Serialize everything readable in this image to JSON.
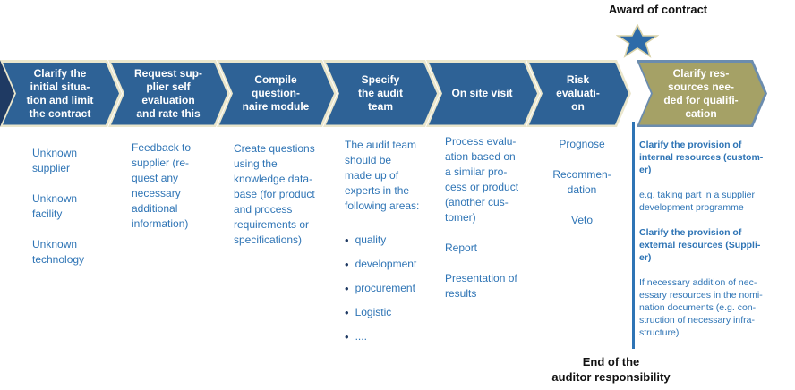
{
  "annotations": {
    "award_of_contract": "Award of contract",
    "end_of_responsibility": "End of the\nauditor responsibility"
  },
  "colors": {
    "chevron_blue": "#2e6296",
    "chevron_border_cream": "#eae6cc",
    "olive_fill": "#a5a166",
    "olive_border": "#6b8cae",
    "dark_navy_tail": "#1f3a63",
    "body_text_blue": "#2e74b5",
    "separator_line_blue": "#2e74b5",
    "star_fill": "#2e6ba8",
    "annotation_black": "#111111"
  },
  "icons": {
    "star": "award-star"
  },
  "steps": [
    {
      "title": "Clarify the\ninitial situa-\ntion and limit\nthe contract",
      "details": "Unknown\nsupplier\n\nUnknown\nfacility\n\nUnknown\ntechnology"
    },
    {
      "title": "Request sup-\nplier self\nevaluation\nand rate this",
      "details": "Feedback to\nsupplier (re-\nquest any\nnecessary\nadditional\ninformation)"
    },
    {
      "title": "Compile\nquestion-\nnaire module",
      "details": "Create questions\nusing the\nknowledge data-\nbase (for product\nand process\nrequirements or\nspecifications)"
    },
    {
      "title": "Specify\nthe audit\nteam",
      "details": "The audit team\nshould be\nmade up of\nexperts in the\nfollowing areas:",
      "bullets": [
        "quality",
        "development",
        "procurement",
        "Logistic",
        "...."
      ]
    },
    {
      "title": "On site visit",
      "details": "Process evalu-\nation based on\na similar pro-\ncess or product\n(another cus-\ntomer)\n\nReport\n\nPresentation of\nresults"
    },
    {
      "title": "Risk\nevaluati-\non",
      "details": "Prognose\n\nRecommen-\ndation\n\nVeto"
    },
    {
      "title": "Clarify res-\nsources nee-\nded for qualifi-\ncation",
      "paragraphs": [
        {
          "text": "Clarify the provision of\ninternal resources (custom-\ner)",
          "bold": true
        },
        {
          "text": "e.g. taking part in a supplier\ndevelopment programme",
          "bold": false
        },
        {
          "text": "Clarify the provision of\nexternal resources (Suppli-\ner)",
          "bold": true
        },
        {
          "text": "If necessary addition of nec-\nessary resources in the nomi-\nnation documents (e.g. con-\nstruction of necessary infra-\nstructure)",
          "bold": false
        }
      ]
    }
  ]
}
